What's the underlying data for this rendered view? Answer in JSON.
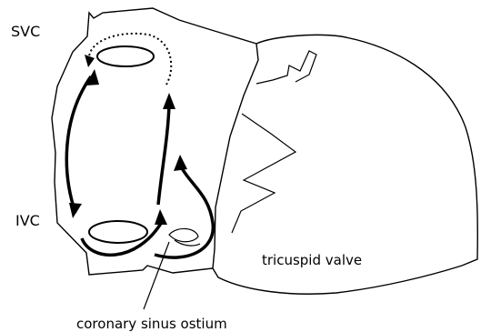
{
  "labels": {
    "svc": "SVC",
    "ivc": "IVC",
    "tricuspid_valve": "tricuspid valve",
    "coronary_sinus_ostium": "coronary sinus ostium"
  }
}
